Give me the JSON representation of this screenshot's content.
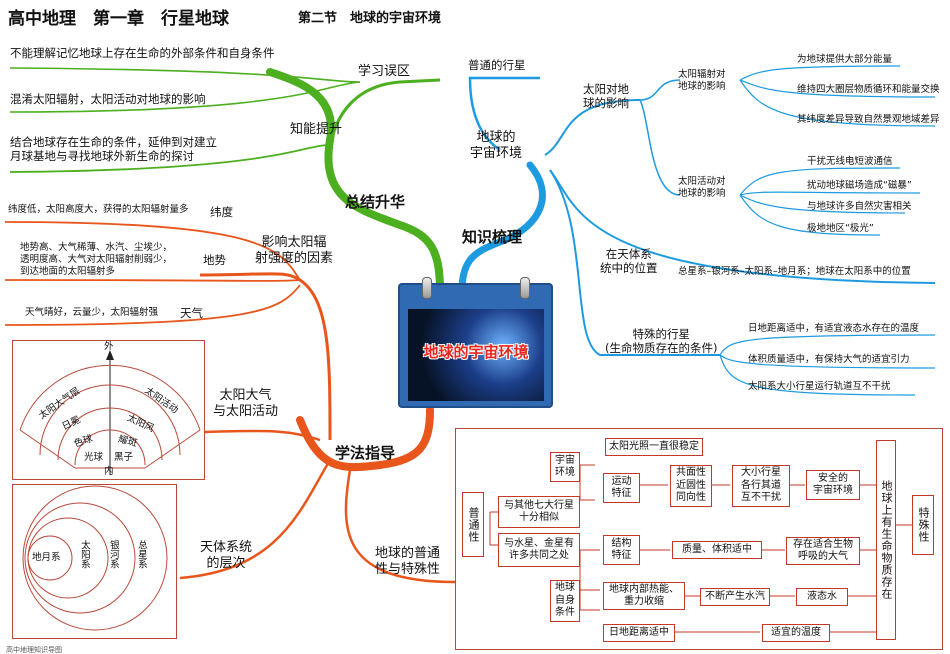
{
  "header": {
    "main": "高中地理　第一章　行星地球",
    "section": "第二节　地球的宇宙环境"
  },
  "colors": {
    "green": "#4caf1f",
    "blue": "#1e9be0",
    "orange": "#e8561c",
    "red_frame": "#c0392b"
  },
  "center": {
    "title": "地球的宇宙环境"
  },
  "branches": {
    "summary": {
      "label": "总结升华",
      "mistakes": {
        "label": "学习误区",
        "items": [
          "不能理解记忆地球上存在生命的外部条件和自身条件",
          "混淆太阳辐射，太阳活动对地球的影响"
        ]
      },
      "ability": {
        "label": "知能提升",
        "item": "结合地球存在生命的条件，延伸到对建立\n月球基地与寻找地球外新生命的探讨"
      }
    },
    "knowledge": {
      "label": "知识梳理",
      "sub": {
        "label": "地球的\n宇宙环境",
        "ordinary_planet": "普通的行星",
        "sun_impact": {
          "label": "太阳对地\n球的影响",
          "radiation": {
            "label": "太阳辐射对\n地球的影响",
            "items": [
              "为地球提供大部分能量",
              "维持四大圈层物质循环和能量交换",
              "其纬度差异导致自然景观地域差异"
            ]
          },
          "activity": {
            "label": "太阳活动对\n地球的影响",
            "items": [
              "干扰无线电短波通信",
              "扰动地球磁场造成“磁暴”",
              "与地球许多自然灾害相关",
              "极地地区“极光”"
            ]
          }
        },
        "position": {
          "label": "在天体系\n统中的位置",
          "item": "总星系–银河系–太阳系–地月系；地球在太阳系中的位置"
        },
        "special": {
          "label": "特殊的行星\n(生命物质存在的条件)",
          "items": [
            "日地距离适中，有适宜液态水存在的温度",
            "体积质量适中，有保持大气的适宜引力",
            "太阳系大小行星运行轨道互不干扰"
          ]
        }
      }
    },
    "method": {
      "label": "学法指导",
      "factors": {
        "label": "影响太阳辐\n射强度的因素",
        "latitude": {
          "label": "纬度",
          "text": "纬度低，太阳高度大，获得的太阳辐射量多"
        },
        "terrain": {
          "label": "地势",
          "text": "地势高、大气稀薄、水汽、尘埃少，\n透明度高、大气对太阳辐射削弱少，\n到达地面的太阳辐射多"
        },
        "weather": {
          "label": "天气",
          "text": "天气晴好，云量少，太阳辐射强"
        }
      },
      "atmosphere": {
        "label": "太阳大气\n与太阳活动",
        "diagram": {
          "outer": "外",
          "inner": "内",
          "layers": [
            "太阳大气层",
            "日冕",
            "色球",
            "光球"
          ],
          "activities": [
            "太阳活动",
            "太阳风",
            "耀斑",
            "黑子"
          ]
        }
      },
      "levels": {
        "label": "天体系统\n的层次",
        "circles": [
          "地月系",
          "太阳系",
          "银河系",
          "总星系"
        ]
      },
      "general_special": {
        "label": "地球的普通\n性与特殊性",
        "flow": {
          "generality": "普通性",
          "same_as_planets": "与其他七大行星\n十分相似",
          "same_as_venus_mars": "与水星、金星有\n许多共同之处",
          "cosmic_env": "宇宙\n环境",
          "sunlight": "太阳光照一直很稳定",
          "motion": "运动\n特征",
          "motion_traits": "共面性\n近圆性\n同向性",
          "orbits": "大小行星\n各行其道\n互不干扰",
          "safe_env": "安全的\n宇宙环境",
          "structure": "结构\n特征",
          "mass_volume": "质量、体积适中",
          "atmosphere_ok": "存在适合生物\n呼吸的大气",
          "self_cond": "地球\n自身\n条件",
          "heat": "地球内部热能、\n重力收缩",
          "water_vapor": "不断产生水汽",
          "liquid_water": "液态水",
          "distance": "日地距离适中",
          "temp": "适宜的温度",
          "life_exists": "地球上有生命物质存在",
          "speciality": "特殊性"
        }
      }
    }
  },
  "footer": "高中地理知识导图"
}
